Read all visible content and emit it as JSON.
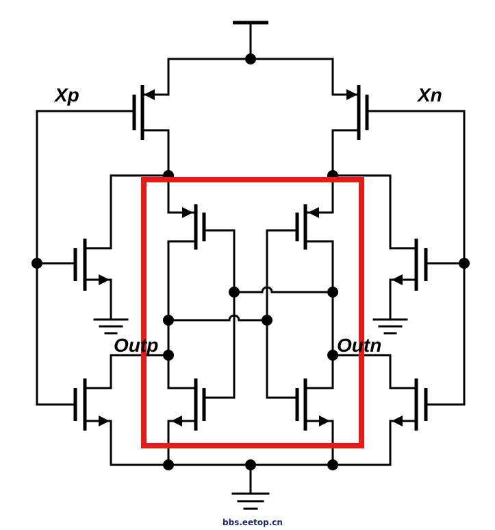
{
  "labels": {
    "xp": "Xp",
    "xn": "Xn",
    "outp": "Outp",
    "outn": "Outn"
  },
  "watermark": "bbs.eetop.cn",
  "colors": {
    "wire": "#000000",
    "highlight_box": "#e31b1b",
    "background": "#ffffff"
  }
}
